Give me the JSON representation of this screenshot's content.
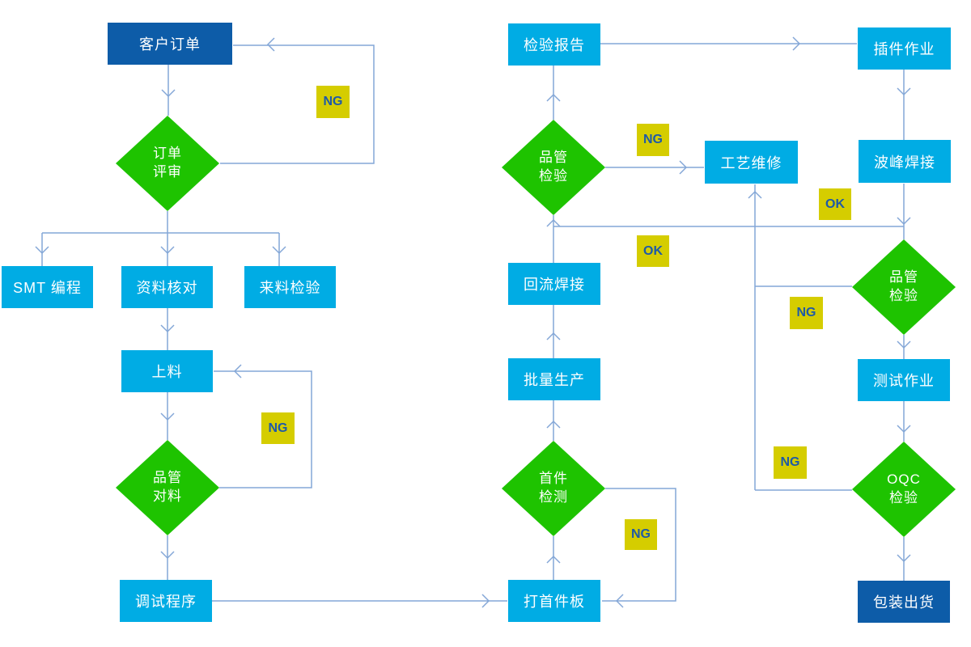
{
  "colors": {
    "box_cyan": "#00ace4",
    "box_dark_blue": "#0d5ca8",
    "diamond_green": "#1ec300",
    "badge_yellow": "#d5cd00",
    "badge_text_blue": "#1e5aa8",
    "connector_blue": "#84a7d7",
    "node_text": "#ffffff",
    "background": "#ffffff"
  },
  "nodes": [
    {
      "id": "customer-order",
      "shape": "rect-dark",
      "label": "客户订单"
    },
    {
      "id": "order-review",
      "shape": "diamond",
      "label": "订单\n评审"
    },
    {
      "id": "smt-programming",
      "shape": "rect-cyan",
      "label": "SMT 编程"
    },
    {
      "id": "data-check",
      "shape": "rect-cyan",
      "label": "资料核对"
    },
    {
      "id": "incoming-inspection",
      "shape": "rect-cyan",
      "label": "来料检验"
    },
    {
      "id": "loading",
      "shape": "rect-cyan",
      "label": "上料"
    },
    {
      "id": "qc-material-check",
      "shape": "diamond",
      "label": "品管\n对料"
    },
    {
      "id": "debug-program",
      "shape": "rect-cyan",
      "label": "调试程序"
    },
    {
      "id": "inspection-report",
      "shape": "rect-cyan",
      "label": "检验报告"
    },
    {
      "id": "qc-inspection-smt",
      "shape": "diamond",
      "label": "品管\n检验"
    },
    {
      "id": "process-repair",
      "shape": "rect-cyan",
      "label": "工艺维修"
    },
    {
      "id": "reflow-soldering",
      "shape": "rect-cyan",
      "label": "回流焊接"
    },
    {
      "id": "batch-production",
      "shape": "rect-cyan",
      "label": "批量生产"
    },
    {
      "id": "first-article-inspection",
      "shape": "diamond",
      "label": "首件\n检测"
    },
    {
      "id": "first-article-board",
      "shape": "rect-cyan",
      "label": "打首件板"
    },
    {
      "id": "dip-insertion",
      "shape": "rect-cyan",
      "label": "插件作业"
    },
    {
      "id": "wave-soldering",
      "shape": "rect-cyan",
      "label": "波峰焊接"
    },
    {
      "id": "qc-inspection-dip",
      "shape": "diamond",
      "label": "品管\n检验"
    },
    {
      "id": "testing",
      "shape": "rect-cyan",
      "label": "测试作业"
    },
    {
      "id": "oqc-inspection",
      "shape": "diamond",
      "label": "OQC\n检验"
    },
    {
      "id": "packing-shipping",
      "shape": "rect-dark",
      "label": "包装出货"
    }
  ],
  "badges": [
    {
      "id": "ng-order-review",
      "text": "NG"
    },
    {
      "id": "ng-qc-material",
      "text": "NG"
    },
    {
      "id": "ng-qc-smt",
      "text": "NG"
    },
    {
      "id": "ok-qc-smt",
      "text": "OK"
    },
    {
      "id": "ok-wave-soldering",
      "text": "OK"
    },
    {
      "id": "ng-qc-dip",
      "text": "NG"
    },
    {
      "id": "ng-oqc",
      "text": "NG"
    },
    {
      "id": "ng-first-article",
      "text": "NG"
    }
  ],
  "edges": [
    {
      "from": "customer-order",
      "to": "order-review",
      "label": ""
    },
    {
      "from": "order-review",
      "to": "customer-order",
      "label": "NG"
    },
    {
      "from": "order-review",
      "to": "smt-programming",
      "label": ""
    },
    {
      "from": "order-review",
      "to": "data-check",
      "label": ""
    },
    {
      "from": "order-review",
      "to": "incoming-inspection",
      "label": ""
    },
    {
      "from": "data-check",
      "to": "loading",
      "label": ""
    },
    {
      "from": "loading",
      "to": "qc-material-check",
      "label": ""
    },
    {
      "from": "qc-material-check",
      "to": "loading",
      "label": "NG"
    },
    {
      "from": "qc-material-check",
      "to": "debug-program",
      "label": ""
    },
    {
      "from": "debug-program",
      "to": "first-article-board",
      "label": ""
    },
    {
      "from": "first-article-board",
      "to": "first-article-inspection",
      "label": ""
    },
    {
      "from": "first-article-inspection",
      "to": "first-article-board",
      "label": "NG"
    },
    {
      "from": "first-article-inspection",
      "to": "batch-production",
      "label": ""
    },
    {
      "from": "batch-production",
      "to": "reflow-soldering",
      "label": ""
    },
    {
      "from": "reflow-soldering",
      "to": "qc-inspection-smt",
      "label": ""
    },
    {
      "from": "qc-inspection-smt",
      "to": "inspection-report",
      "label": ""
    },
    {
      "from": "qc-inspection-smt",
      "to": "process-repair",
      "label": "NG"
    },
    {
      "from": "inspection-report",
      "to": "dip-insertion",
      "label": ""
    },
    {
      "from": "dip-insertion",
      "to": "wave-soldering",
      "label": ""
    },
    {
      "from": "wave-soldering",
      "to": "qc-inspection-dip",
      "label": ""
    },
    {
      "from": "wave-soldering",
      "to": "qc-inspection-smt",
      "label": "OK"
    },
    {
      "from": "qc-inspection-dip",
      "to": "process-repair",
      "label": "NG"
    },
    {
      "from": "qc-inspection-dip",
      "to": "testing",
      "label": ""
    },
    {
      "from": "testing",
      "to": "oqc-inspection",
      "label": ""
    },
    {
      "from": "oqc-inspection",
      "to": "process-repair",
      "label": "NG"
    },
    {
      "from": "oqc-inspection",
      "to": "packing-shipping",
      "label": ""
    }
  ]
}
